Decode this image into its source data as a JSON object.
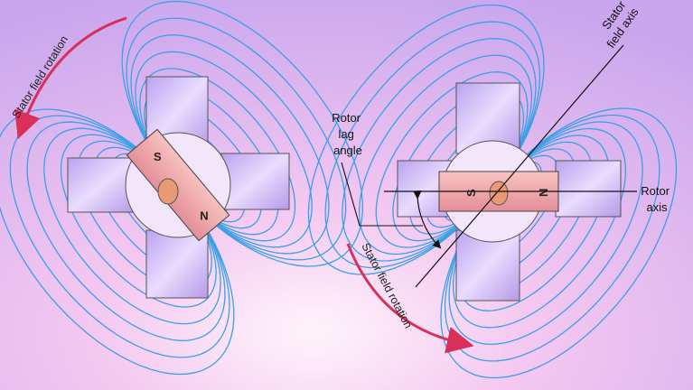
{
  "title_left": "Stator field rotation",
  "title_right": "Stator field rotation",
  "labels": {
    "rotor_lag_angle": [
      "Rotor",
      "lag",
      "angle"
    ],
    "stator_field_axis": [
      "Stator",
      "field axis"
    ],
    "rotor_axis": [
      "Rotor",
      "axis"
    ]
  },
  "poles": {
    "south": "S",
    "north": "N"
  },
  "colors": {
    "field_lines": "#3aa0e8",
    "arrow": "#d8305a",
    "rotor": "#f0a0a8",
    "stator": "#c8b4f0"
  }
}
